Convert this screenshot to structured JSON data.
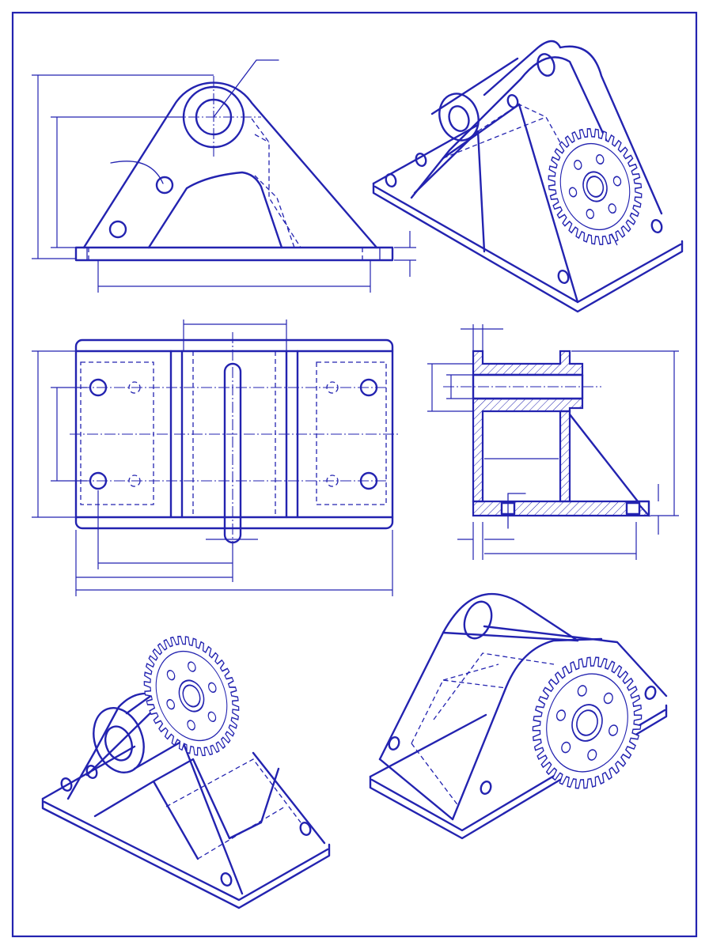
{
  "sheet": {
    "ink_color": "#2323b0",
    "paper_color": "#ffffff",
    "views": [
      "front-elevation",
      "isometric-top-right",
      "plan-view",
      "side-section",
      "isometric-bottom-left",
      "isometric-bottom-right"
    ]
  },
  "icons": {
    "gear": "gear-icon",
    "bolt_hole": "bolt-hole-icon",
    "boss": "bearing-boss-icon"
  }
}
